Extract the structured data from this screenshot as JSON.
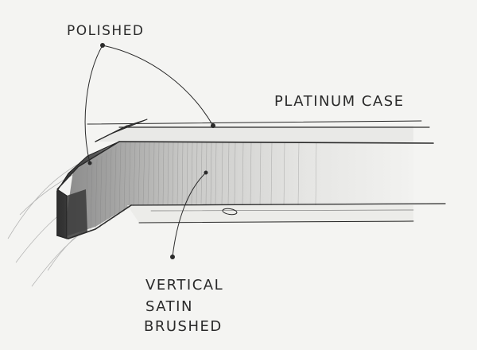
{
  "annotations": {
    "polished": "POLISHED",
    "platinum_case": "PLATINUM CASE",
    "finish_line1": "VERTICAL",
    "finish_line2": "SATIN",
    "finish_line3": "BRUSHED"
  },
  "colors": {
    "paper": "#f4f4f2",
    "ink": "#2a2a2a",
    "shade_dark": "#3a3a3a",
    "shade_light": "#b8b8b8"
  }
}
